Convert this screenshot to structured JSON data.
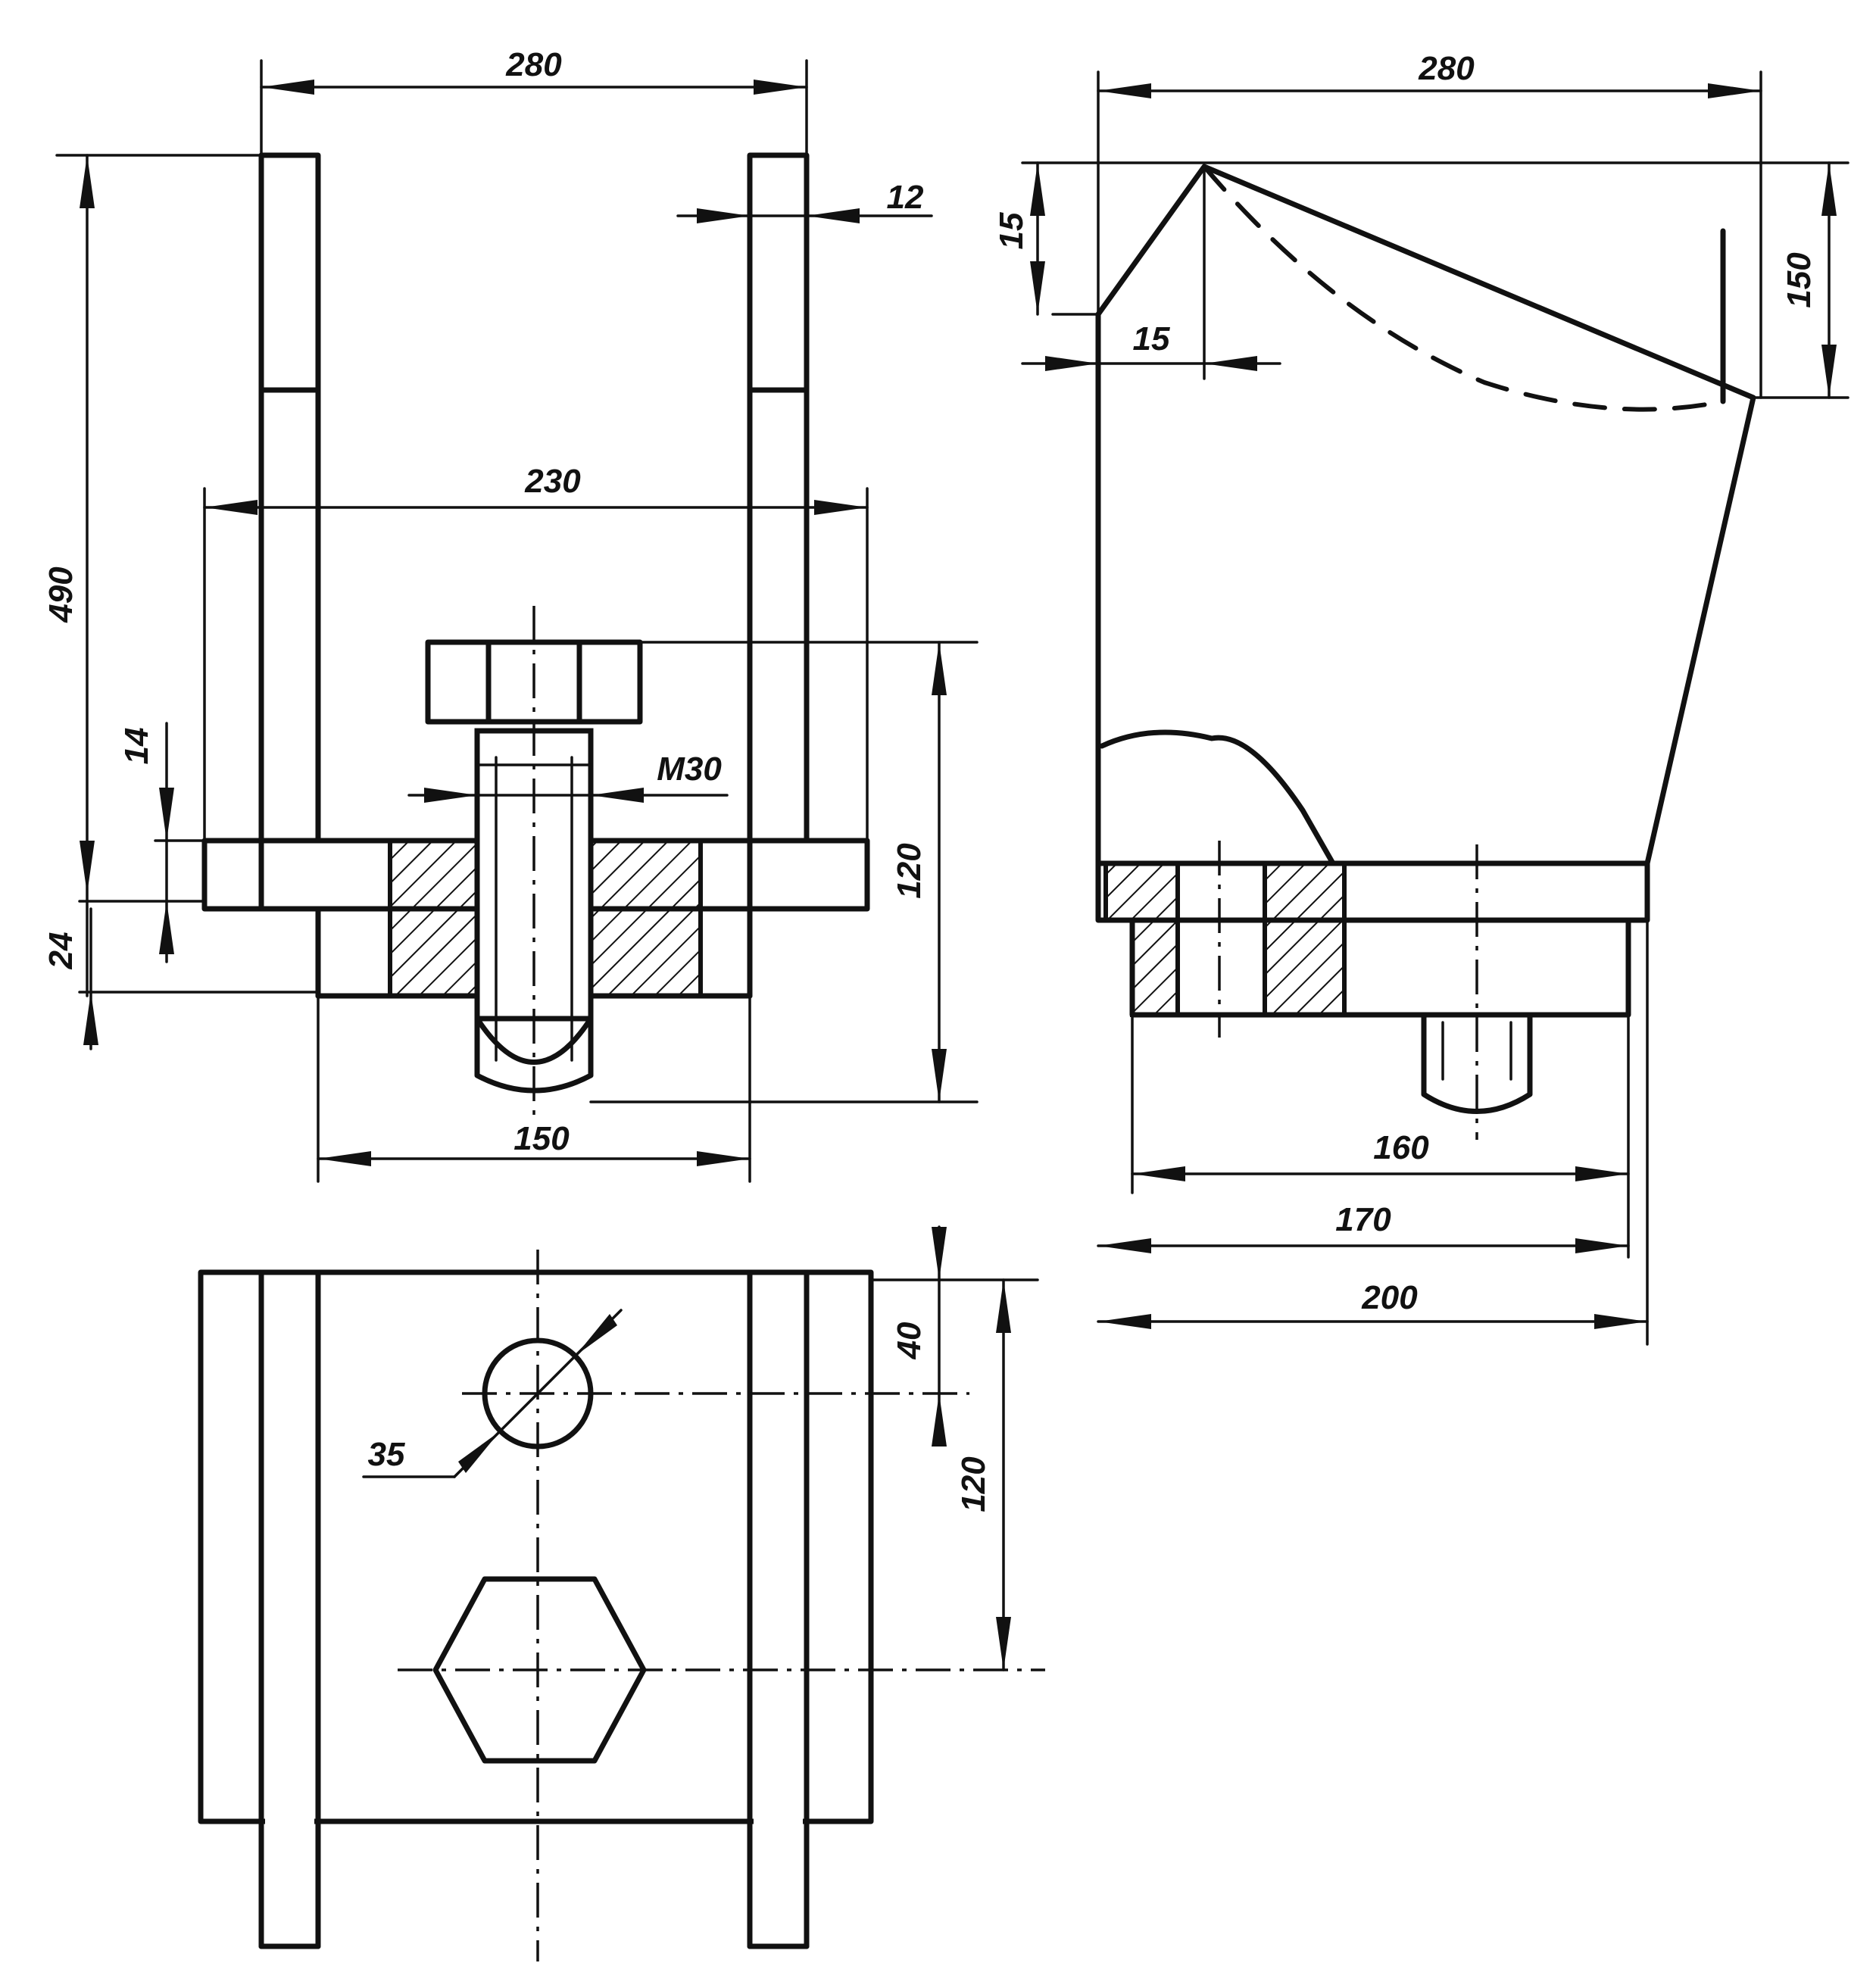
{
  "front_view": {
    "dim_width_overall": "280",
    "dim_height_overall": "490",
    "dim_plate_span": "230",
    "dim_bar_thickness": "12",
    "dim_plate_thickness": "14",
    "dim_bottom_block": "24",
    "dim_bolt_thread": "M30",
    "dim_bolt_length": "120",
    "dim_base_width": "150"
  },
  "side_view": {
    "dim_top_width": "280",
    "dim_height": "150",
    "dim_tip_vertical": "15",
    "dim_tip_horizontal": "15",
    "dim_width_160": "160",
    "dim_width_170": "170",
    "dim_width_200": "200"
  },
  "plan_view": {
    "dim_hole_diameter": "35",
    "dim_hole_offset": "40",
    "dim_center_distance": "120"
  }
}
